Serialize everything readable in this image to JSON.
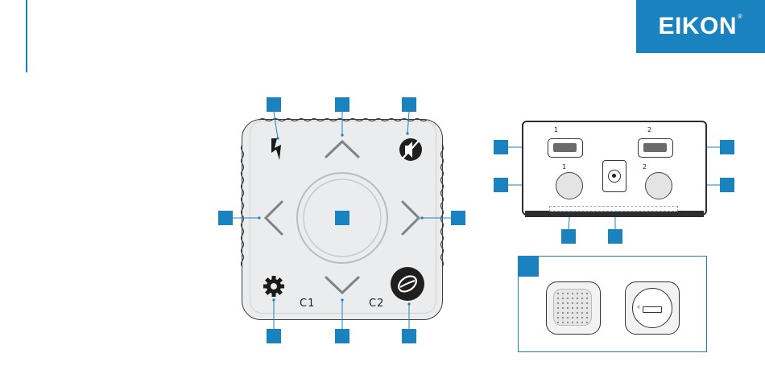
{
  "brand": {
    "name": "EIKON",
    "mark": "®",
    "color": "#1a83bf"
  },
  "keypad": {
    "label_c1": "C1",
    "label_c2": "C2",
    "icons": [
      "lightning-icon",
      "arrow-up-icon",
      "mute-speaker-icon",
      "arrow-left-icon",
      "center-ok-button",
      "arrow-right-icon",
      "gear-icon",
      "arrow-down-icon",
      "coffee-bean-icon"
    ]
  },
  "panel": {
    "port1_label": "1",
    "port2_label": "2",
    "button1_label": "1",
    "button2_label": "2",
    "icons": [
      "usb-icon",
      "lightning-icon",
      "power-icon",
      "cycle-icon",
      "mouse-icon"
    ]
  },
  "inset": {
    "icons": [
      "grille-knob",
      "rotary-switch"
    ]
  },
  "colors": {
    "accent": "#1a83bf",
    "line": "#333333",
    "pad": "#ebeced"
  }
}
